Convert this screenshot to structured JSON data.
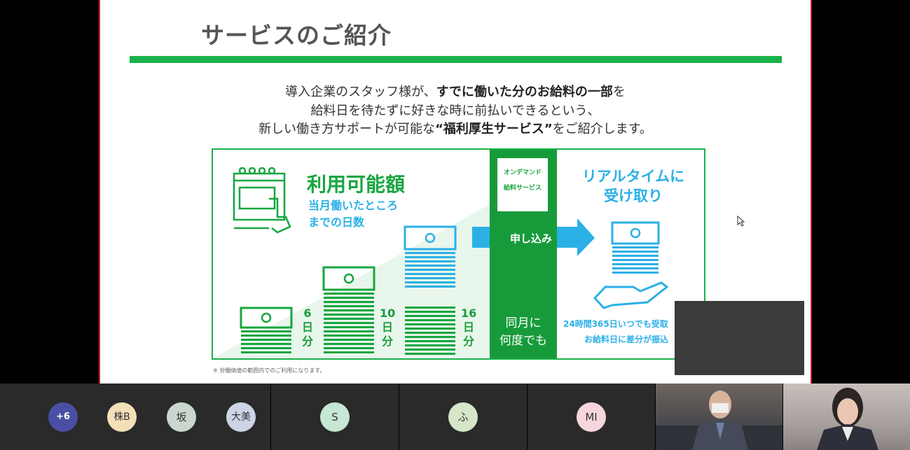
{
  "slide": {
    "title": "サービスのご紹介",
    "intro_line1_a": "導入企業のスタッフ様が、",
    "intro_line1_b": "すでに働いた分のお給料の一部",
    "intro_line1_c": "を",
    "intro_line2": "給料日を待たずに好きな時に前払いできるという、",
    "intro_line3_a": "新しい働き方サポートが可能な",
    "intro_line3_b": "“福利厚生サービス”",
    "intro_line3_c": "をご紹介します。",
    "footnote": "※ 労働価値の範囲内でのご利用になります。"
  },
  "diagram": {
    "available_title": "利用可能額",
    "available_sub1": "当月働いたところ",
    "available_sub2": "までの日数",
    "days": [
      "6",
      "10",
      "16"
    ],
    "day_unit": [
      "日",
      "分"
    ],
    "ondemand_line1": "オンデマンド",
    "ondemand_line2": "給料サービス",
    "apply_label": "申し込み",
    "mid_bottom1": "同月に",
    "mid_bottom2": "何度でも",
    "realtime_line1": "リアルタイムに",
    "realtime_line2": "受け取り",
    "note1": "24時間365日いつでも受取",
    "note2": "お給料日に差分が振込"
  },
  "participants": {
    "more": "+6",
    "kabu": "株B",
    "saka": "坂",
    "dai": "大美",
    "s": "S",
    "fu": "ふ",
    "mi": "MI"
  },
  "colors": {
    "green": "#19b24a",
    "dark_green": "#179b3a",
    "blue": "#2bb0e6",
    "slide_border": "#c8202f"
  }
}
